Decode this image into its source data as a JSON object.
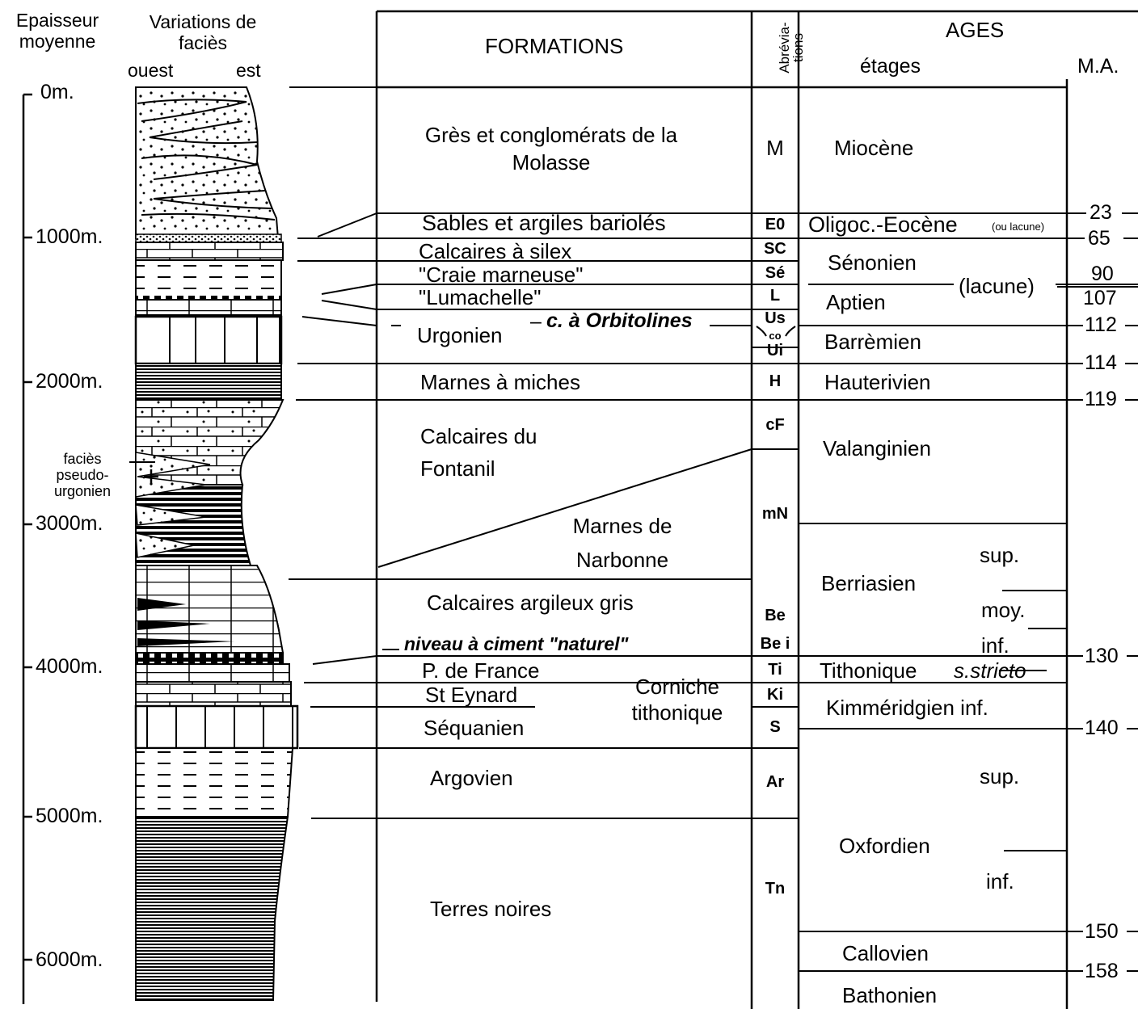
{
  "header": {
    "thickness": "Epaisseur moyenne",
    "facies": "Variations de faciès",
    "west": "ouest",
    "east": "est",
    "formations": "FORMATIONS",
    "abbreviations": "Abrévia-tions",
    "ages": "AGES",
    "stages": "étages",
    "ma": "M.A."
  },
  "depth_scale": [
    "0m.",
    "1000m.",
    "2000m.",
    "3000m.",
    "4000m.",
    "5000m.",
    "6000m."
  ],
  "facies_note": "faciès pseudo-urgonien",
  "formations": {
    "molasse": "Grès et conglomérats de la Molasse",
    "sables": "Sables et argiles bariolés",
    "silex": "Calcaires  à silex",
    "craie": "\"Craie marneuse\"",
    "lumachelle": "\"Lumachelle\"",
    "urgonien": "Urgonien",
    "orbitolines": "c. à Orbitolines",
    "miches": "Marnes  à miches",
    "fontanil": "Calcaires du Fontanil",
    "narbonne": "Marnes de  Narbonne",
    "argileux": "Calcaires argileux gris",
    "ciment": "niveau à ciment \"naturel\"",
    "france": "P. de France",
    "eynard": "St Eynard",
    "corniche": "Corniche tithonique",
    "sequanien": "Séquanien",
    "argovien": "Argovien",
    "terres": "Terres noires"
  },
  "abbreviations": [
    "M",
    "E0",
    "SC",
    "Sé",
    "L",
    "Us",
    "co",
    "Ui",
    "H",
    "cF",
    "mN",
    "Be",
    "Be i",
    "Ti",
    "Ki",
    "S",
    "Ar",
    "Tn"
  ],
  "stages": {
    "miocene": "Miocène",
    "oligo": "Oligoc.-Eocène",
    "lacune_small": "(ou lacune)",
    "senonien": "Sénonien",
    "lacune": "(lacune)",
    "aptien": "Aptien",
    "barremien": "Barrèmien",
    "hauterivien": "Hauterivien",
    "valanginien": "Valanginien",
    "berriasien": "Berriasien",
    "sup": "sup.",
    "moy": "moy.",
    "inf": "inf.",
    "tithonique": "Tithonique",
    "stricto": "s.stricto",
    "kimmeridgien": "Kimméridgien inf.",
    "oxfordien": "Oxfordien",
    "callovien": "Callovien",
    "bathonien": "Bathonien"
  },
  "ma_values": [
    "23",
    "65",
    "90",
    "107",
    "112",
    "114",
    "119",
    "130",
    "140",
    "150",
    "158"
  ]
}
